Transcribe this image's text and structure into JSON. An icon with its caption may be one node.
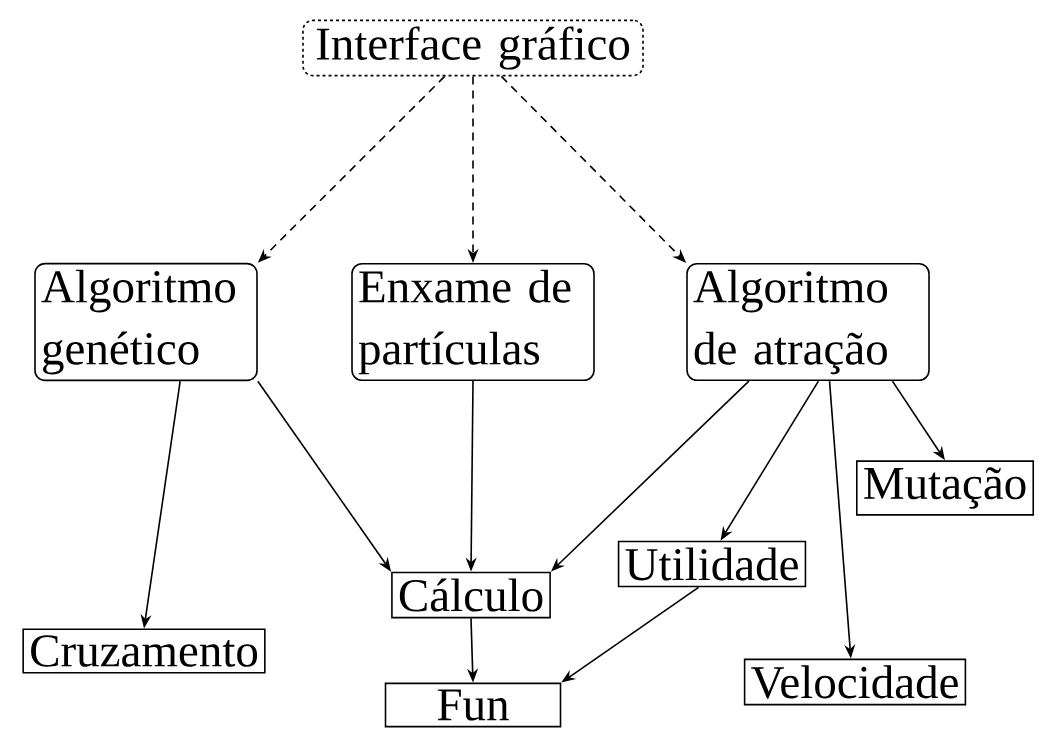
{
  "diagram": {
    "nodes": [
      {
        "text": [
          "Interface gráfico"
        ]
      },
      {
        "text": [
          "Algoritmo genético"
        ]
      },
      {
        "text": [
          "Enxame de partículas"
        ]
      },
      {
        "text": [
          "Algoritmo de atração"
        ]
      },
      {
        "text": [
          "Mutação"
        ]
      },
      {
        "text": [
          "Utilidade"
        ]
      },
      {
        "text": [
          "Cálculo"
        ]
      },
      {
        "text": [
          "Cruzamento"
        ]
      },
      {
        "text": [
          "Velocidade"
        ]
      },
      {
        "text": [
          "Fun"
        ]
      }
    ],
    "edges": [
      {
        "from": 0,
        "to": 1,
        "arrow": "to",
        "style": "dashed"
      },
      {
        "from": 0,
        "to": 2,
        "arrow": "to",
        "style": "dashed"
      },
      {
        "from": 0,
        "to": 3,
        "arrow": "to",
        "style": "dashed"
      },
      {
        "from": 1,
        "to": 7,
        "arrow": "to"
      },
      {
        "from": 1,
        "to": 6,
        "arrow": "to"
      },
      {
        "from": 2,
        "to": 6,
        "arrow": "to"
      },
      {
        "from": 3,
        "to": 6,
        "arrow": "to"
      },
      {
        "from": 3,
        "to": 5,
        "arrow": "to"
      },
      {
        "from": 3,
        "to": 8,
        "arrow": "to"
      },
      {
        "from": 3,
        "to": 4,
        "arrow": "to"
      },
      {
        "from": 6,
        "to": 9,
        "arrow": "to"
      },
      {
        "from": 5,
        "to": 9,
        "arrow": "to"
      }
    ]
  }
}
